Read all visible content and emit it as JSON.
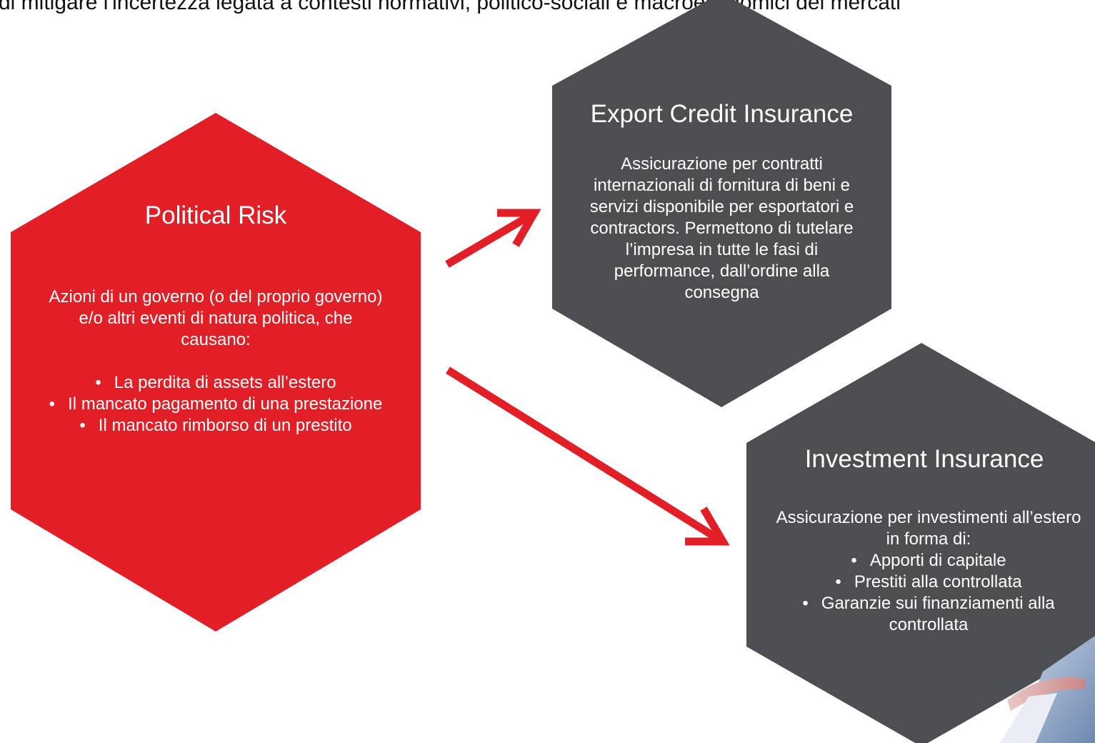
{
  "header": {
    "text": "di mitigare l'incertezza legata a contesti normativi, politico-sociali e macroeconomici dei mercati"
  },
  "colors": {
    "red": "#e21f26",
    "dark_gray": "#4d4e52",
    "text": "#ffffff"
  },
  "political_risk": {
    "title": "Political Risk",
    "intro": "Azioni di un governo (o del proprio governo) e/o altri eventi di natura politica, che causano:",
    "items": [
      "La perdita di assets all’estero",
      "Il mancato pagamento di una prestazione",
      "Il mancato rimborso di un prestito"
    ]
  },
  "export_credit": {
    "title": "Export Credit Insurance",
    "body": "Assicurazione per contratti internazionali di fornitura di beni e servizi disponibile per esportatori e contractors. Permettono di tutelare l’impresa in tutte le fasi di performance, dall’ordine alla consegna"
  },
  "investment": {
    "title": "Investment Insurance",
    "intro": "Assicurazione per investimenti all’estero in forma di:",
    "items": [
      "Apporti di capitale",
      "Prestiti alla controllata",
      "Garanzie sui finanziamenti alla controllata"
    ]
  }
}
